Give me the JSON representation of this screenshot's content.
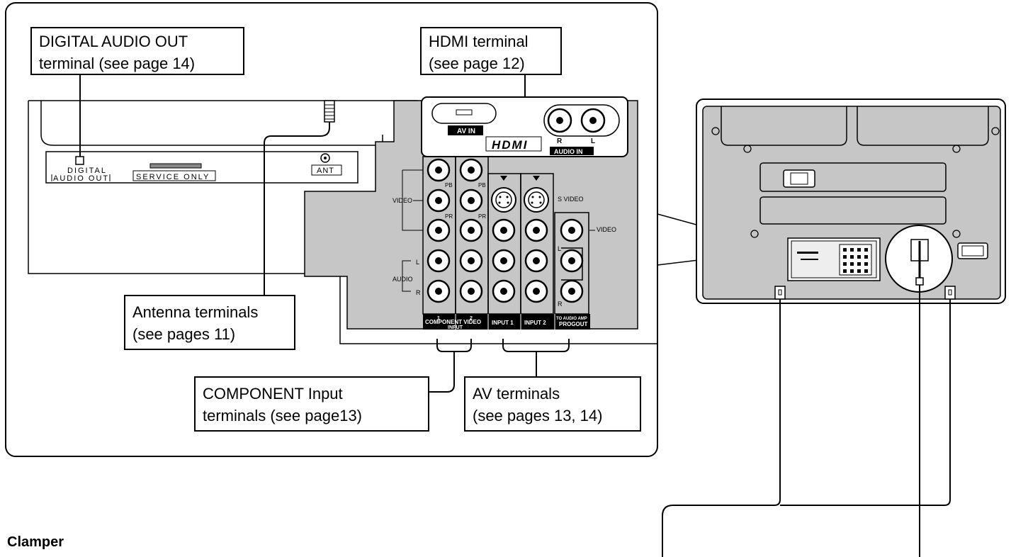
{
  "callouts": {
    "digital_audio_out": {
      "line1": "DIGITAL AUDIO OUT",
      "line2": "terminal (see page 14)"
    },
    "hdmi": {
      "line1": "HDMI terminal",
      "line2": "(see page 12)"
    },
    "antenna": {
      "line1": "Antenna terminals",
      "line2": "(see pages 11)"
    },
    "component": {
      "line1": "COMPONENT Input",
      "line2": "terminals (see page13)"
    },
    "av": {
      "line1": "AV terminals",
      "line2": "(see pages 13, 14)"
    }
  },
  "panel_labels": {
    "digital": "DIGITAL",
    "audio_out": "AUDIO OUT",
    "service_only": "SERVICE ONLY",
    "ant": "ANT",
    "av_in": "AV IN",
    "hdmi_logo": "HDMI",
    "audio_in": "AUDIO IN",
    "r": "R",
    "l": "L",
    "video": "VIDEO",
    "audio": "AUDIO",
    "pb": "PB",
    "pr": "PR",
    "s_video": "S VIDEO",
    "component_video": "COMPONENT VIDEO",
    "input": "INPUT",
    "num_1": "1",
    "num_2": "2",
    "input1": "INPUT 1",
    "input2": "INPUT 2",
    "to_audio_amp": "TO AUDIO AMP",
    "progout": "PROGOUT",
    "video_out": "VIDEO"
  },
  "section_heading": "Clamper"
}
